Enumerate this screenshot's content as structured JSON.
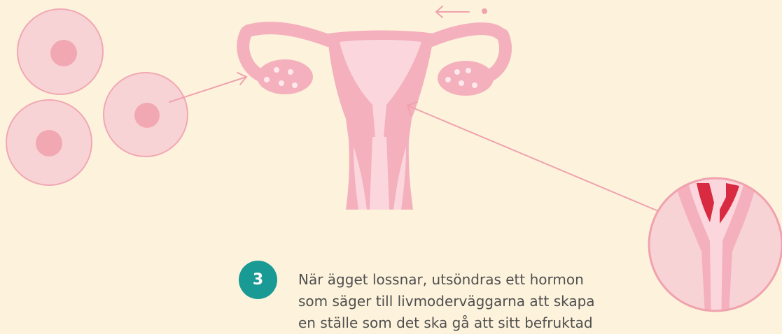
{
  "step": {
    "number": "3",
    "lines": [
      "När ägget lossnar, utsöndras ett hormon",
      "som säger till livmoderväggarna att skapa",
      "en ställe som det ska gå att sitt befruktad"
    ]
  },
  "colors": {
    "background": "#fdf3dc",
    "uterus": "#f4b1bd",
    "uterus_inner": "#fbd7dd",
    "ovary_spot": "#fde8ec",
    "cell_fill": "#f8d3d6",
    "cell_nucleus": "#f1a8b3",
    "arrow": "#f0a2ad",
    "badge": "#1a9a94",
    "lining_red": "#d82a40"
  },
  "icons": [
    "egg-cell-icon",
    "uterus-icon",
    "uterine-lining-detail-icon",
    "arrow-icon"
  ]
}
